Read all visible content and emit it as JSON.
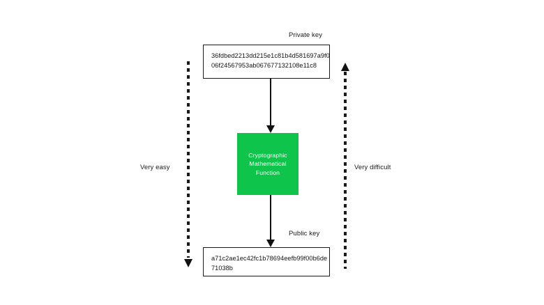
{
  "diagram": {
    "private_key": {
      "label": "Private key",
      "lines": [
        "36fdbed2213dd215e1c81b4d581697a9f0",
        "06f24567953ab067677132108e11c8"
      ]
    },
    "public_key": {
      "label": "Public key",
      "lines": [
        "a71c2ae1ec42fc1b78694eefb99f00b6de",
        "71038b"
      ]
    },
    "function_box": {
      "lines": [
        "Cryptographic",
        "Mathematical",
        "Function"
      ],
      "fill_color": "#0ec44a",
      "text_color": "#ffffff"
    },
    "annotations": {
      "forward_direction": "Very easy",
      "reverse_direction": "Very difficult"
    },
    "colors": {
      "accent_green": "#0ec44a",
      "stroke": "#1a1a1a",
      "background": "#ffffff"
    }
  }
}
